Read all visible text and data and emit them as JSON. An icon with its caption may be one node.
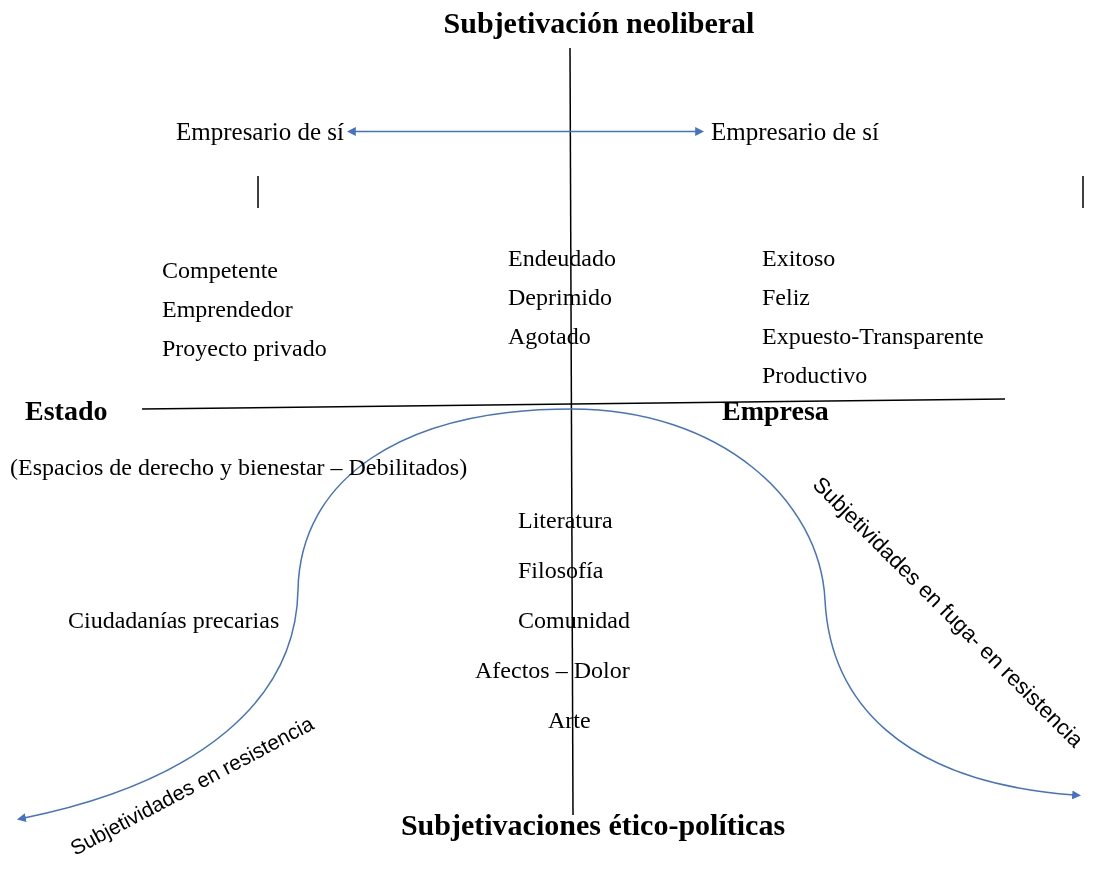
{
  "diagram": {
    "title": "Subjetivación neoliberal",
    "nodes": [
      {
        "text": [
          "Empresario de sí"
        ]
      },
      {
        "text": [
          "Empresario de sí"
        ]
      }
    ],
    "edges": [
      {
        "from": 0,
        "to": 1,
        "arrow": "both"
      }
    ],
    "labels": [
      "Estado",
      "Empresa",
      "(Espacios de derecho y bienestar – Debilitados)",
      "Competente",
      "Emprendedor",
      "Proyecto privado",
      "Endeudado",
      "Deprimido",
      "Agotado",
      "Exitoso",
      "Feliz",
      "Expuesto-Transparente",
      "Productivo",
      "Ciudadanías precarias",
      "Literatura",
      "Filosofía",
      "Comunidad",
      "Afectos – Dolor",
      "Arte",
      "Subjetivaciones ético-políticas",
      "Subjetividades en  fuga- en resistencia",
      "Subjetividades en resistencia"
    ]
  }
}
